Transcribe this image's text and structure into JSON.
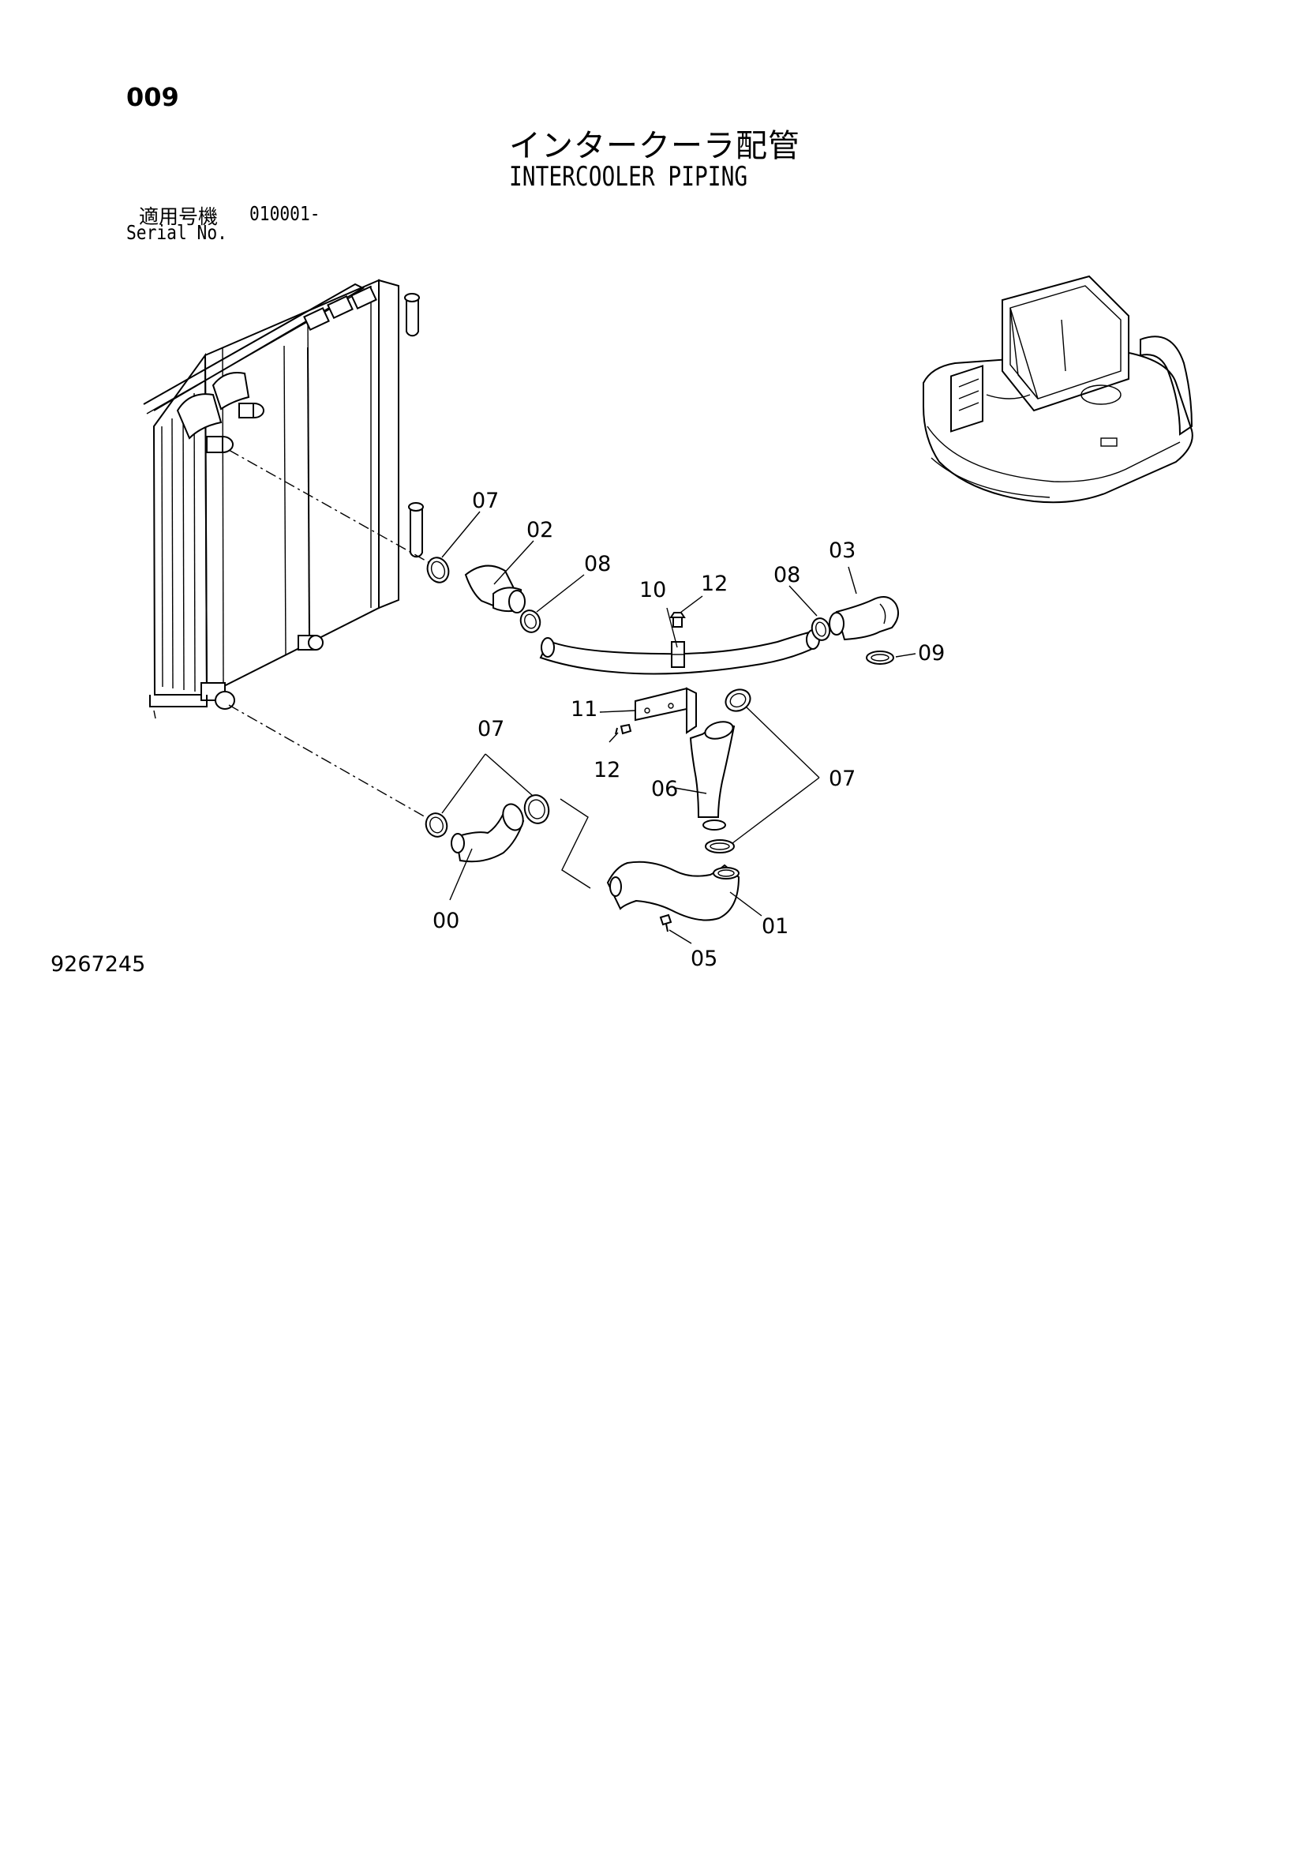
{
  "header": {
    "page_number": "009",
    "title_ja": "インタークーラ配管",
    "title_en": "INTERCOOLER PIPING",
    "serial_label_ja": "適用号機",
    "serial_value": "010001-",
    "serial_label_en": "Serial No."
  },
  "callouts": {
    "c00": "00",
    "c01": "01",
    "c02": "02",
    "c03": "03",
    "c05": "05",
    "c06": "06",
    "c07_top": "07",
    "c07_left": "07",
    "c07_right": "07",
    "c08_left": "08",
    "c08_right": "08",
    "c09": "09",
    "c10": "10",
    "c11": "11",
    "c12_top": "12",
    "c12_bottom": "12"
  },
  "footer": {
    "drawing_number": "9267245"
  }
}
